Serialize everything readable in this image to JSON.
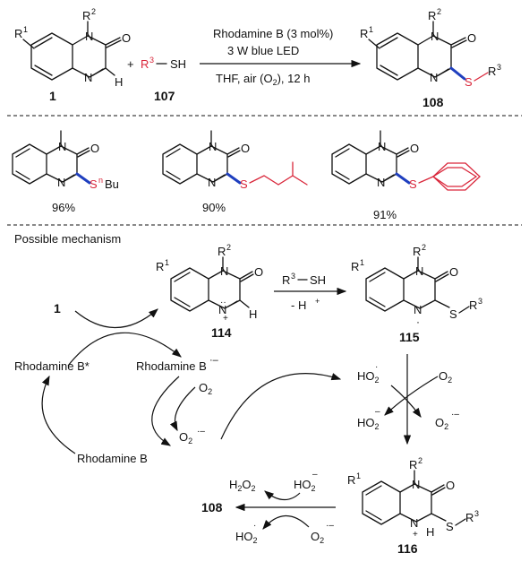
{
  "reaction": {
    "catalyst": "Rhodamine B (3 mol%)",
    "light": "3 W blue LED",
    "conditions": "THF, air (O2), 12 h",
    "compound_start": "1",
    "compound_thiol": "107",
    "compound_product": "108",
    "r_label": "R",
    "sh": "SH",
    "plus": "+"
  },
  "examples": [
    {
      "yield": "96%",
      "substituent": "S",
      "sup": "n",
      "tail": "Bu"
    },
    {
      "yield": "90%"
    },
    {
      "yield": "91%"
    }
  ],
  "mechanism": {
    "title": "Possible mechanism",
    "start": "1",
    "rhodamine_excited": "Rhodamine B*",
    "rhodamine_radical_anion": "Rhodamine B",
    "rhodamine": "Rhodamine B",
    "o2": "O",
    "o2_radical": "O",
    "reagent_thiol": "R",
    "minus_h": "- H",
    "intermediate_114": "114",
    "intermediate_115": "115",
    "intermediate_116": "116",
    "product": "108",
    "h2o2": "H",
    "ho2_radical": "HO",
    "ho2_anion": "HO"
  }
}
